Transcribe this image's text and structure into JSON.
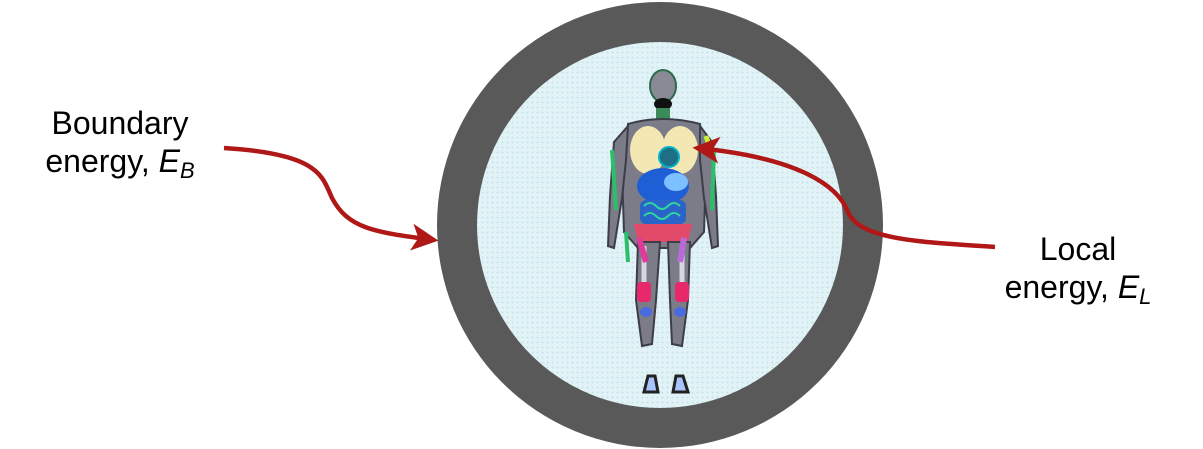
{
  "diagram": {
    "boundary": {
      "line1": "Boundary",
      "line2_prefix": "energy,",
      "symbol": "E",
      "subscript": "B"
    },
    "local": {
      "line1": "Local",
      "line2_prefix": "energy,",
      "symbol": "E",
      "subscript": "L"
    },
    "colors": {
      "ring": "#595959",
      "interior": "#dff2f5",
      "arrow": "#b01818",
      "lungs": "#f3e7b3",
      "abdomen": "#1f5fd6",
      "body": "#7c7c88"
    },
    "icons": [
      "human-phantom-icon",
      "feet-icon"
    ]
  }
}
